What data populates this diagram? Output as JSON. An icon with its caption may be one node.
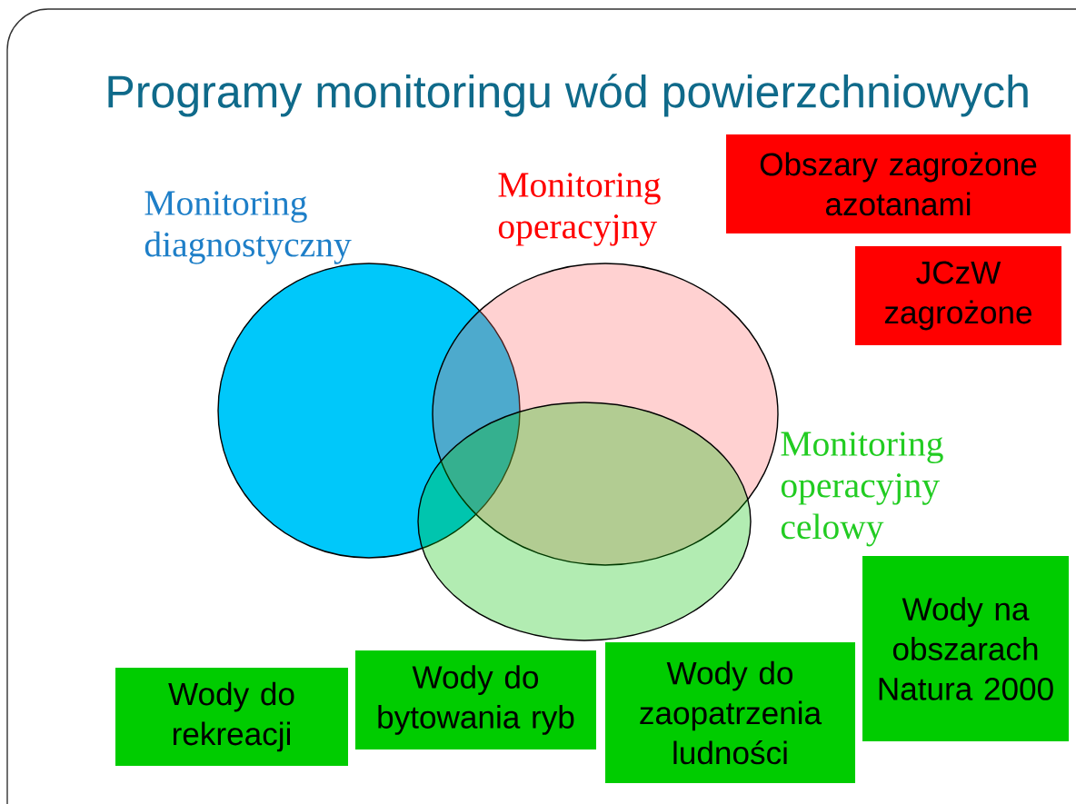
{
  "diagram": {
    "title": "Programy monitoringu wód powierzchniowych",
    "nodes": [
      {
        "text": [
          "Monitoring diagnostyczny"
        ]
      },
      {
        "text": [
          "Monitoring operacyjny"
        ]
      },
      {
        "text": [
          "Monitoring operacyjny celowy"
        ]
      },
      {
        "text": [
          "Obszary zagrożone azotanami"
        ]
      },
      {
        "text": [
          "JCzW zagrożone"
        ]
      },
      {
        "text": [
          "Wody na obszarach Natura 2000"
        ]
      },
      {
        "text": [
          "Wody do rekreacji"
        ]
      },
      {
        "text": [
          "Wody do bytowania ryb"
        ]
      },
      {
        "text": [
          "Wody do zaopatrzenia ludności"
        ]
      }
    ]
  }
}
